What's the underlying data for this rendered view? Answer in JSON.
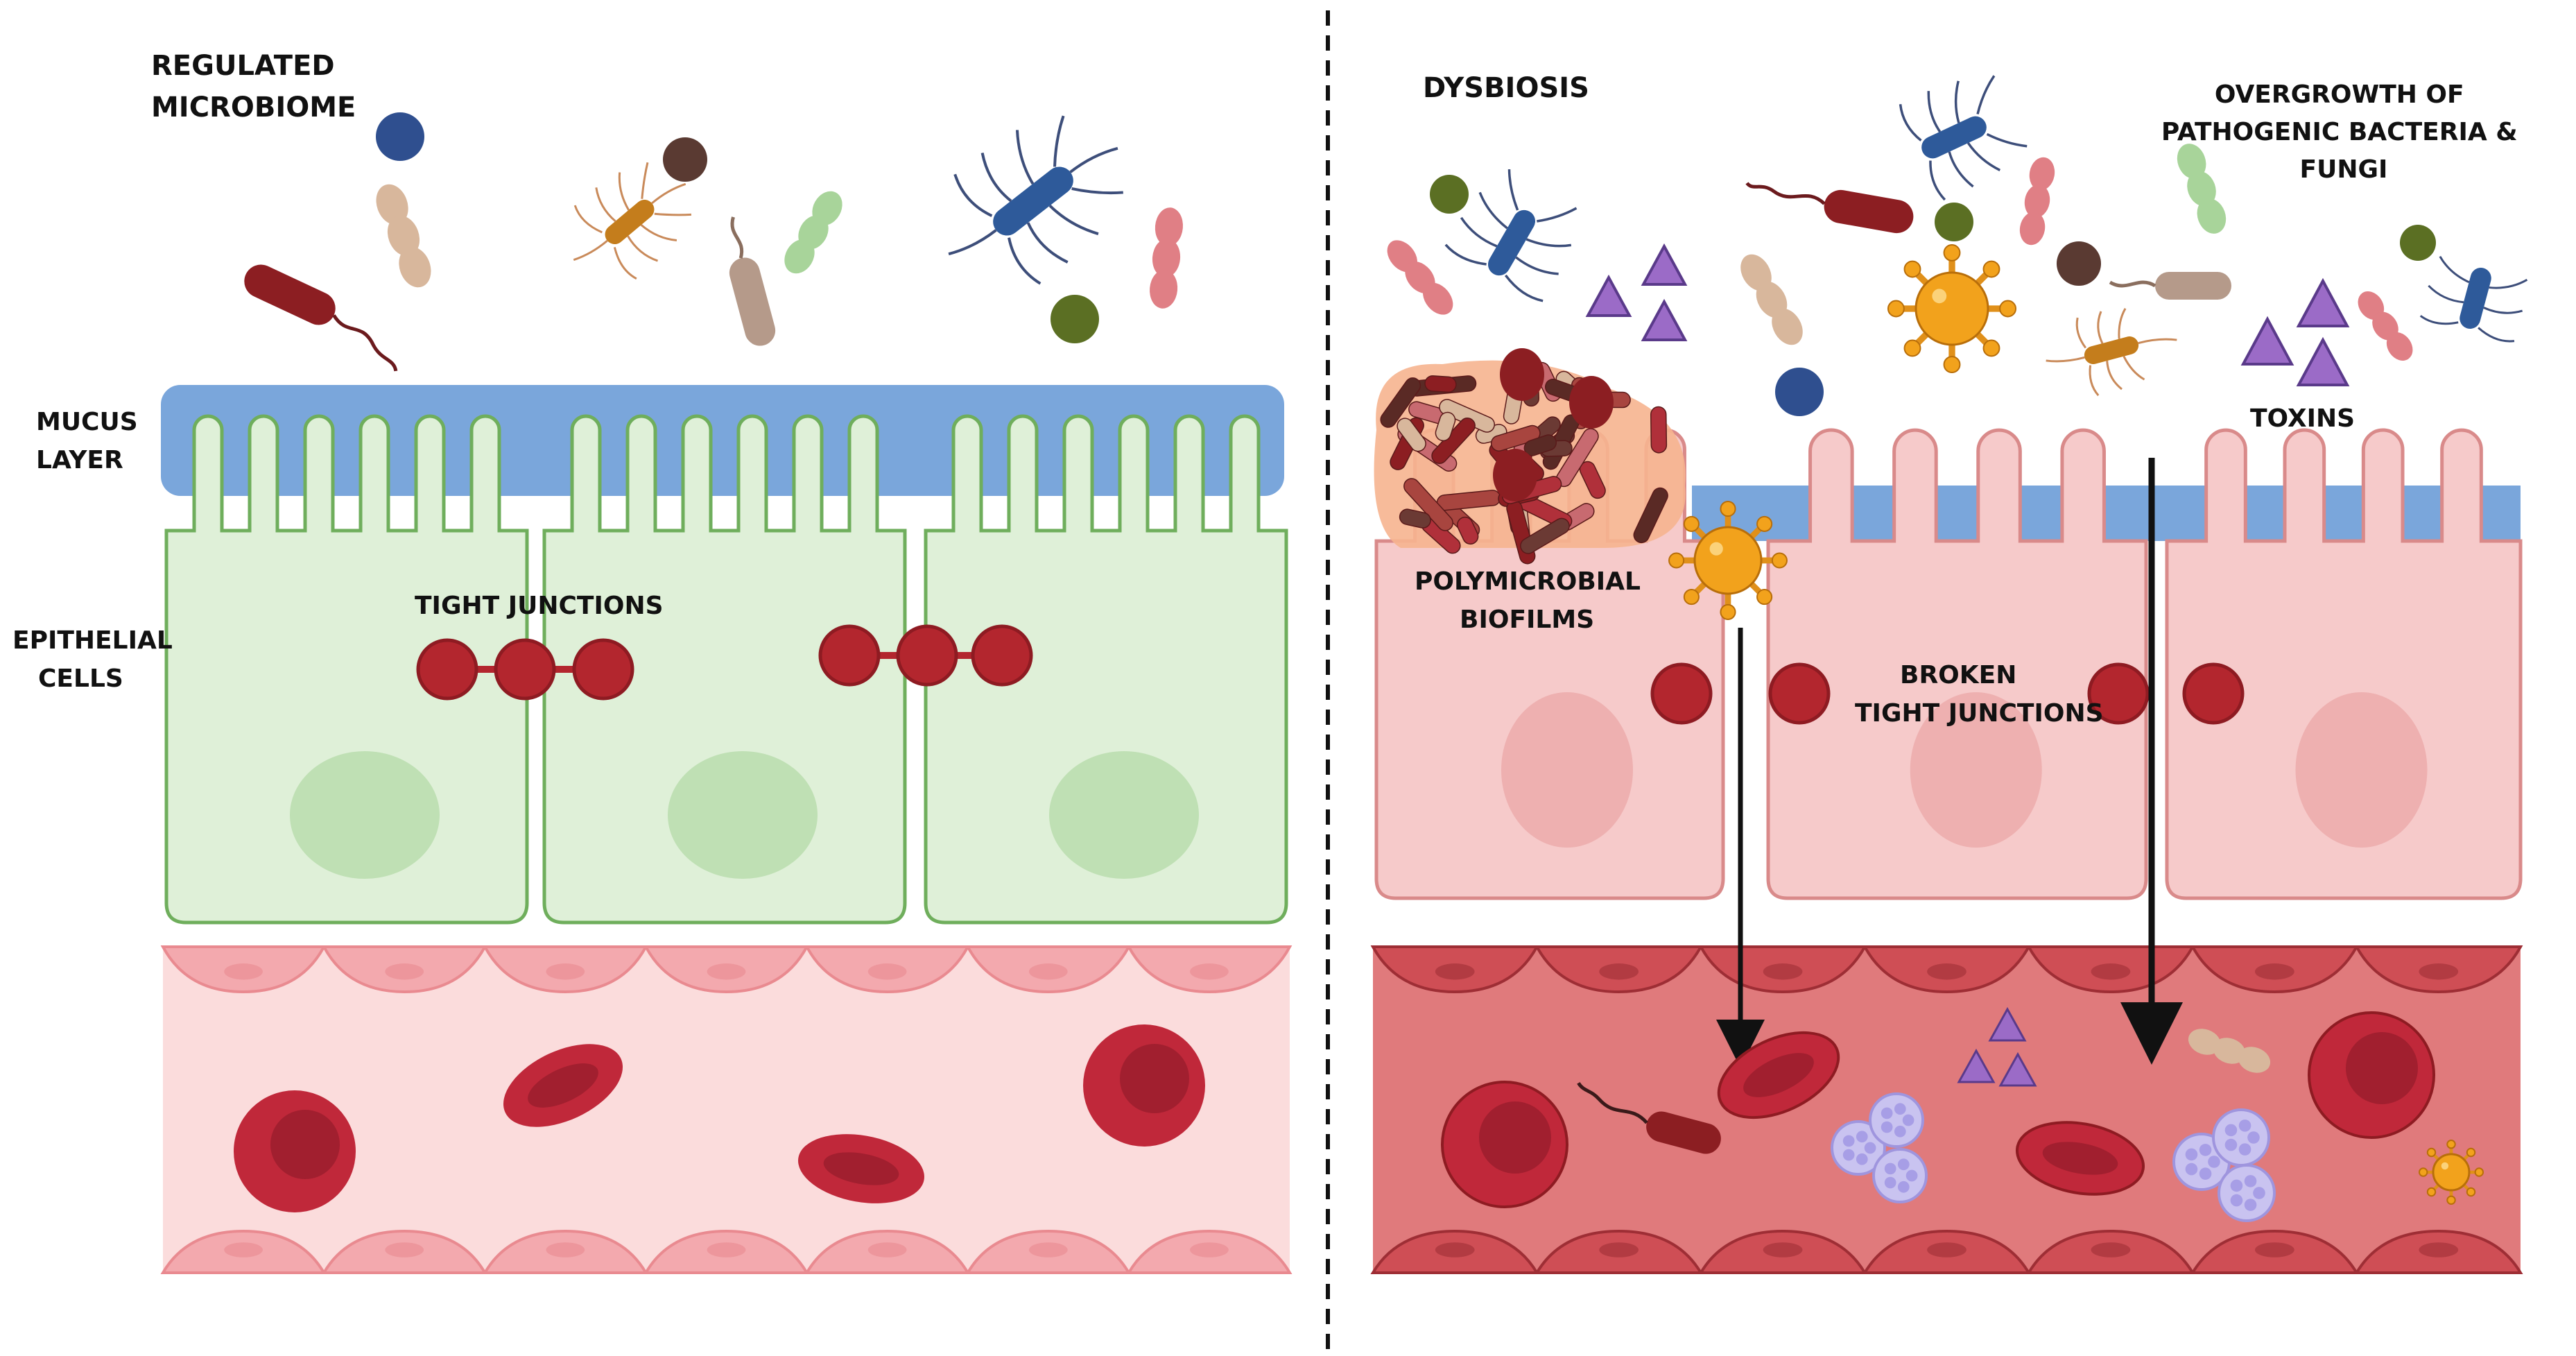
{
  "labels": {
    "regulated_microbiome": [
      "REGULATED",
      "MICROBIOME"
    ],
    "mucus_layer": [
      "MUCUS",
      "LAYER"
    ],
    "epithelial_cells": [
      "EPITHELIAL",
      "CELLS"
    ],
    "tight_junctions": "TIGHT JUNCTIONS",
    "dysbiosis": "DYSBIOSIS",
    "overgrowth": [
      "OVERGROWTH OF",
      "PATHOGENIC BACTERIA &",
      "FUNGI"
    ],
    "toxins": "TOXINS",
    "polymicrobial_biofilms": [
      "POLYMICROBIAL",
      "BIOFILMS"
    ],
    "broken_tight_junctions": [
      "BROKEN",
      "TIGHT JUNCTIONS"
    ]
  },
  "colors": {
    "mucus": "#7aa6db",
    "healthy_cell_fill": "#dff0d8",
    "healthy_cell_stroke": "#6fae5c",
    "healthy_nucleus": "#bfe0b4",
    "inflamed_cell_fill": "#f6caca",
    "inflamed_cell_stroke": "#d98a8a",
    "inflamed_nucleus": "#eeb0b0",
    "junction": "#b3262e",
    "vessel_healthy": "#fbdcdc",
    "vessel_wall_healthy": "#f3a9ae",
    "vessel_leaky": "#e07a7c",
    "vessel_wall_leaky": "#cf4e55",
    "rbc": "#c0283a",
    "toxin": "#9b6bc7",
    "fungus": "#f2a21c",
    "biofilm_halo": "#f6b48f"
  },
  "icons": [
    "rod-bacterium-icon",
    "cocci-chain-icon",
    "flagellated-bacterium-icon",
    "coccus-icon",
    "toxin-triangle-icon",
    "fungal-spore-icon",
    "red-blood-cell-icon",
    "immune-cell-cluster-icon",
    "downward-arrow-icon"
  ]
}
